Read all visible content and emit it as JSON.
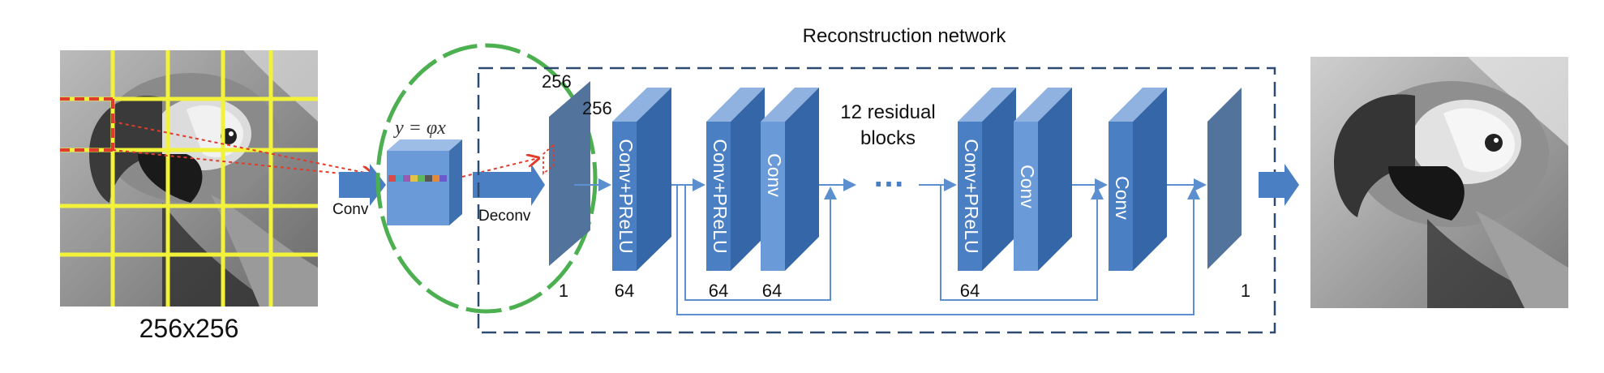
{
  "diagram": {
    "title": "Reconstruction network",
    "input_size_label": "256x256",
    "conv_label": "Conv",
    "deconv_label": "Deconv",
    "equation": "y = φx",
    "dim_height": "256",
    "dim_width": "256",
    "residual_label_line1": "12 residual",
    "residual_label_line2": "blocks",
    "ellipsis": "…",
    "blocks": [
      {
        "label": "",
        "channels": "1"
      },
      {
        "label": "Conv+PReLU",
        "channels": "64"
      },
      {
        "label": "Conv+PReLU",
        "channels": "64"
      },
      {
        "label": "Conv",
        "channels": "64"
      },
      {
        "label": "Conv+PReLU",
        "channels": "64"
      },
      {
        "label": "Conv",
        "channels": ""
      },
      {
        "label": "Conv",
        "channels": ""
      },
      {
        "label": "",
        "channels": "1"
      }
    ],
    "colors": {
      "block_front": "#4a7fc4",
      "block_side": "#3566a8",
      "block_top": "#8fb2e0",
      "dark_slab": "#52739c",
      "box_dash": "#2e4a70",
      "green_circle": "#4caf50",
      "grid_yellow": "#f2f23a",
      "red_dash": "#e03b2b",
      "arrow": "#5b8fcf"
    }
  }
}
